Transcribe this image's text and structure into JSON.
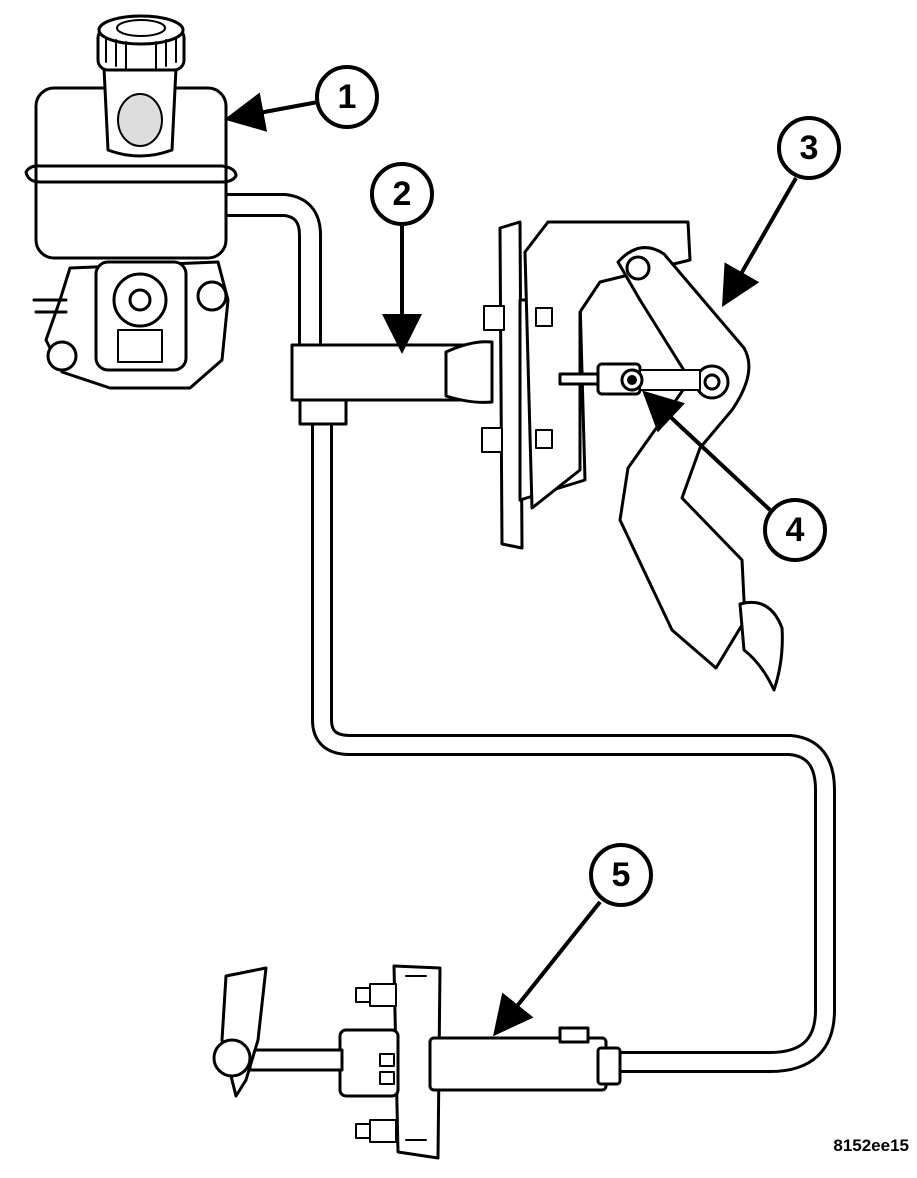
{
  "callouts": [
    {
      "id": "callout-1",
      "label": "1"
    },
    {
      "id": "callout-2",
      "label": "2"
    },
    {
      "id": "callout-3",
      "label": "3"
    },
    {
      "id": "callout-4",
      "label": "4"
    },
    {
      "id": "callout-5",
      "label": "5"
    }
  ],
  "figure_id": "8152ee15"
}
